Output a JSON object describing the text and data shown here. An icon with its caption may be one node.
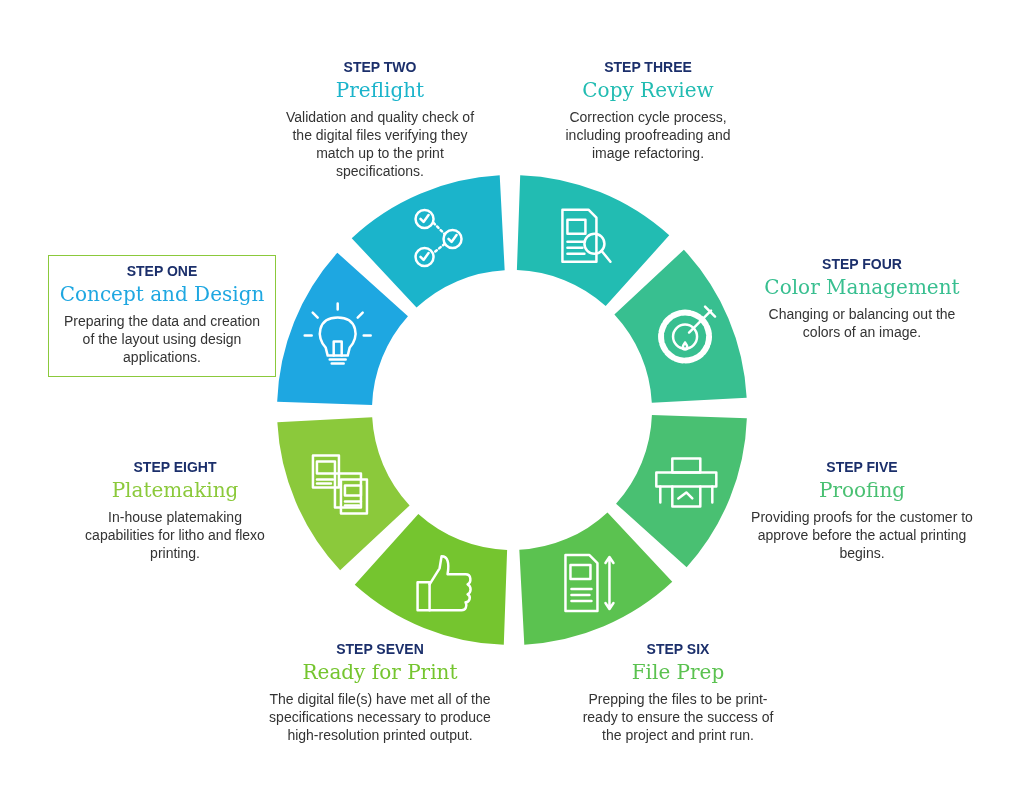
{
  "diagram": {
    "nodes": [
      {
        "text": [
          "STEP ONE",
          "Concept and Design",
          "Preparing the data and creation of the layout using design applications."
        ]
      },
      {
        "text": [
          "STEP TWO",
          "Preflight",
          "Validation and quality check of the digital files verifying they match up to the print specifications."
        ]
      },
      {
        "text": [
          "STEP THREE",
          "Copy Review",
          "Correction cycle process, including proofreading and image refactoring."
        ]
      },
      {
        "text": [
          "STEP FOUR",
          "Color Management",
          "Changing or balancing out the colors of an image."
        ]
      },
      {
        "text": [
          "STEP FIVE",
          "Proofing",
          "Providing proofs for the customer to approve before the actual printing begins."
        ]
      },
      {
        "text": [
          "STEP SIX",
          "File Prep",
          "Prepping the files to be print-ready to ensure the success of the project and print run."
        ]
      },
      {
        "text": [
          "STEP SEVEN",
          "Ready for Print",
          "The digital file(s) have met all of the specifications necessary to produce high-resolution printed output."
        ]
      },
      {
        "text": [
          "STEP EIGHT",
          "Platemaking",
          "In-house platemaking capabilities for litho and flexo printing."
        ]
      },
      {
        "text": [],
        "shape": "segment"
      },
      {
        "text": [],
        "shape": "segment"
      },
      {
        "text": [],
        "shape": "segment"
      },
      {
        "text": [],
        "shape": "segment"
      },
      {
        "text": [],
        "shape": "segment"
      },
      {
        "text": [],
        "shape": "segment"
      },
      {
        "text": [],
        "shape": "segment"
      },
      {
        "text": [],
        "shape": "segment"
      }
    ]
  }
}
